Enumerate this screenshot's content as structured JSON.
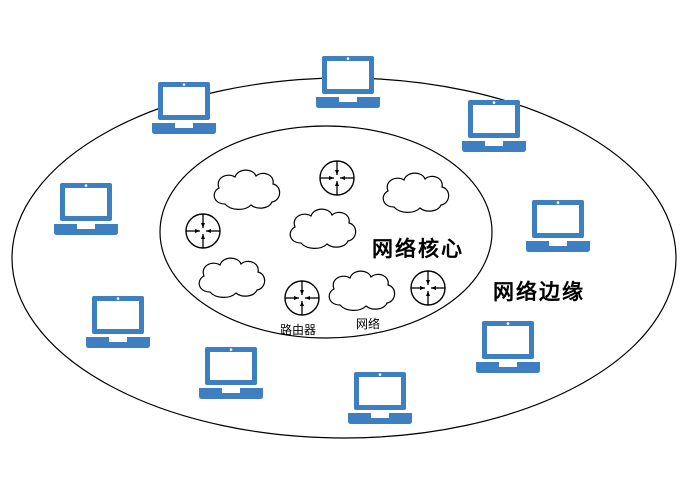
{
  "labels": {
    "core": "网络核心",
    "edge": "网络边缘",
    "router": "路由器",
    "network": "网络"
  },
  "colors": {
    "laptop": "#3d7fc1",
    "laptop_dark": "#2f6aa6",
    "line": "#000000",
    "background": "#ffffff"
  },
  "icons": {
    "laptop": "laptop-icon",
    "router": "router-icon",
    "cloud": "cloud-icon"
  }
}
